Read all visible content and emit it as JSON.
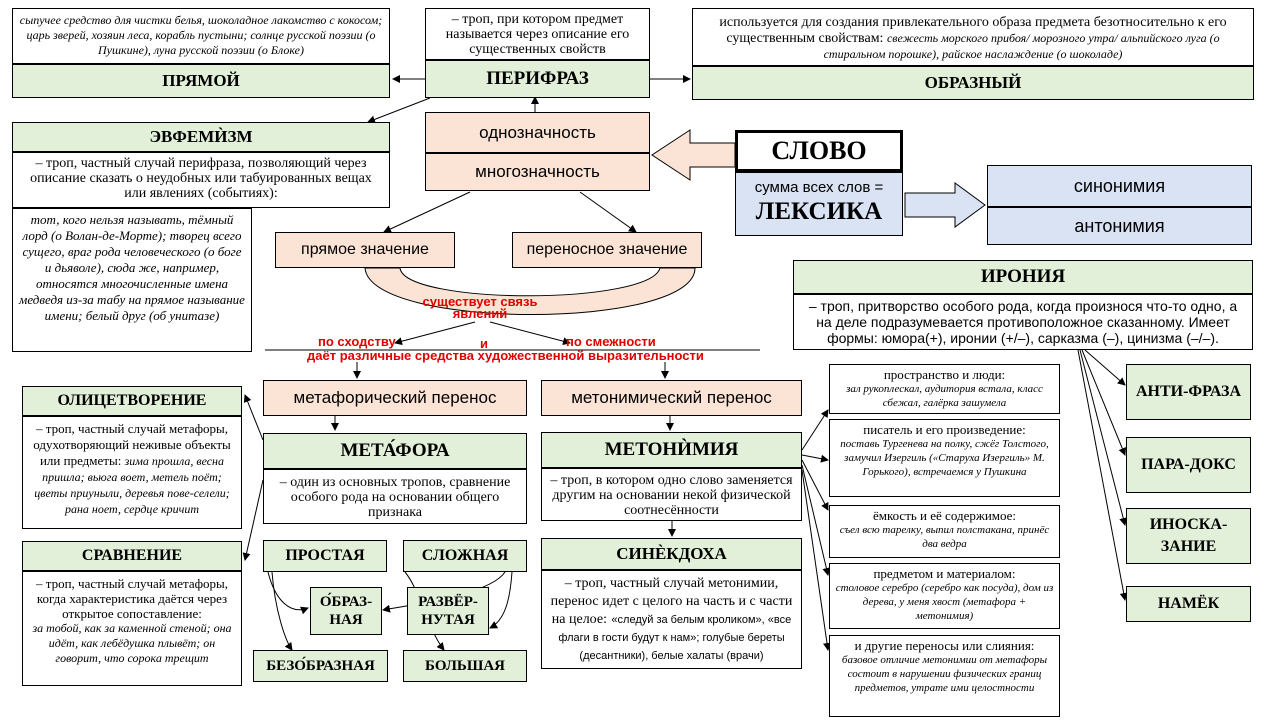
{
  "top": {
    "pryamoy_desc": "сыпучее средство для чистки белья, шоколадное лакомство с кокосом; царь зверей, хозяин леса, корабль пустыни; солнце русской поэзии (о Пушкине), луна русской поэзии (о Блоке)",
    "pryamoy": "ПРЯМОЙ",
    "perifraz_desc": "– троп, при котором предмет называется через описание его существенных свойств",
    "perifraz": "ПЕРИФРАЗ",
    "obrazny_desc_plain": "используется для создания привлекательного образа предмета безотносительно к его существенным  свойствам: ",
    "obrazny_desc_ex": "свежесть морского прибоя/ морозного утра/ альпийского луга (о стиральном порошке), райское наслаждение (о шоколаде)",
    "obrazny": "ОБРАЗНЫЙ"
  },
  "euphemism": {
    "title": "ЭВФЕМЍЗМ",
    "desc": "– троп, частный случай перифраза, позволяющий через описание сказать  о неудобных или табуированных вещах  или явлениях (событиях):",
    "examples": "тот, кого нельзя называть, тёмный лорд (о Волан-де-Морте); творец всего сущего, враг рода человеческого (о боге и дьяволе), сюда же, например, относятся многочисленные имена медведя из-за табу на прямое называние имени; белый друг (об унитазе)"
  },
  "center": {
    "odnoznachnost": "однозначность",
    "mnogoznachnost": "многозначность",
    "slovo": "СЛОВО",
    "summa": "сумма всех слов =",
    "leksika": "ЛЕКСИКА",
    "sinonimiya": "синонимия",
    "antonimiya": "антонимия",
    "pryamoe": "прямое значение",
    "perenosnoe": "переносное значение",
    "svyaz1": "существует связь",
    "svyaz2": "явлений",
    "po_shodstvu": "по сходству",
    "i": "и",
    "po_smezhnosti": "по смежности",
    "daet": "даёт различные средства художественной выразительности"
  },
  "irony": {
    "title": "ИРОНИЯ",
    "desc": "– троп, притворство особого рода, когда произнося что-то одно, а на деле подразумевается противоположное сказанному. Имеет формы:  юмора(+), иронии (+/–), сарказма (–), цинизма (–/–).",
    "antifraza": "АНТИ-ФРАЗА",
    "paradoks": "ПАРА-ДОКС",
    "inoskazanie": "ИНОСКА-ЗАНИЕ",
    "namek": "НАМЁК"
  },
  "metaphor": {
    "perenos": "метафорический  перенос",
    "title": "МЕТА́ФОРА",
    "desc": "– один из основных тропов, сравнение особого рода на основании общего признака",
    "prostaya": "ПРОСТАЯ",
    "slozhnaya": "СЛОЖНАЯ",
    "obraznaya": "О́БРАЗ-НАЯ",
    "razvernutaya": "РАЗВЁР-НУТАЯ",
    "bezobraznaya": "БЕЗО́БРАЗНАЯ",
    "bolshaya": "БОЛЬШАЯ"
  },
  "personification": {
    "title": "ОЛИЦЕТВОРЕНИЕ",
    "desc": "– троп, частный случай метафоры,  одухотворяющий неживые объекты или предметы: ",
    "examples": "зима прошла, весна пришла; вьюга воет, метель поёт; цветы приуныли, деревья пове-селели; рана ноет,  сердце кричит"
  },
  "comparison": {
    "title": "СРАВНЕНИЕ",
    "desc": "– троп, частный случай метафоры,  когда характеристика даётся через открытое сопоставление:",
    "examples": "за тобой, как за каменной стеной; она идёт, как лебёдушка плывёт; он говорит, что сорока трещит"
  },
  "metonymy": {
    "perenos": "метонимический  перенос",
    "title": "МЕТОНЍМИЯ",
    "desc": "– троп, в котором одно слово заменяется  другим на основании некой физической соотнесённости",
    "synecdoche_title": "СИНЀКДОХА",
    "synecdoche_desc": "– троп, частный случай метонимии, перенос идет с целого на часть и с части на целое:",
    "synecdoche_ex": "«следуй за белым кроликом», «все флаги в гости будут к нам»; голубые береты (десантники),  белые халаты  (врачи)"
  },
  "metonymy_types": [
    {
      "head": "пространство и люди:",
      "ex": "зал рукоплескал, аудитория встала, класс сбежал, галёрка зашумела"
    },
    {
      "head": "писатель и его произведение:",
      "ex": "поставь Тургенева на полку, сжёг Толстого, замучил Изергиль («Старуха Изергиль» М. Горького), встречаемся у Пушкина"
    },
    {
      "head": "ёмкость и её содержимое:",
      "ex": "съел всю тарелку, выпил полстакана, принёс два ведра"
    },
    {
      "head": "предметом и материалом:",
      "ex": "столовое серебро (серебро как посуда), дом из дерева, у меня хвост (метафора + метонимия)"
    },
    {
      "head": "и другие переносы или слияния:",
      "ex": "базовое отличие метонимии от метафоры состоит в нарушении физических границ предметов, утрате ими целостности"
    }
  ]
}
